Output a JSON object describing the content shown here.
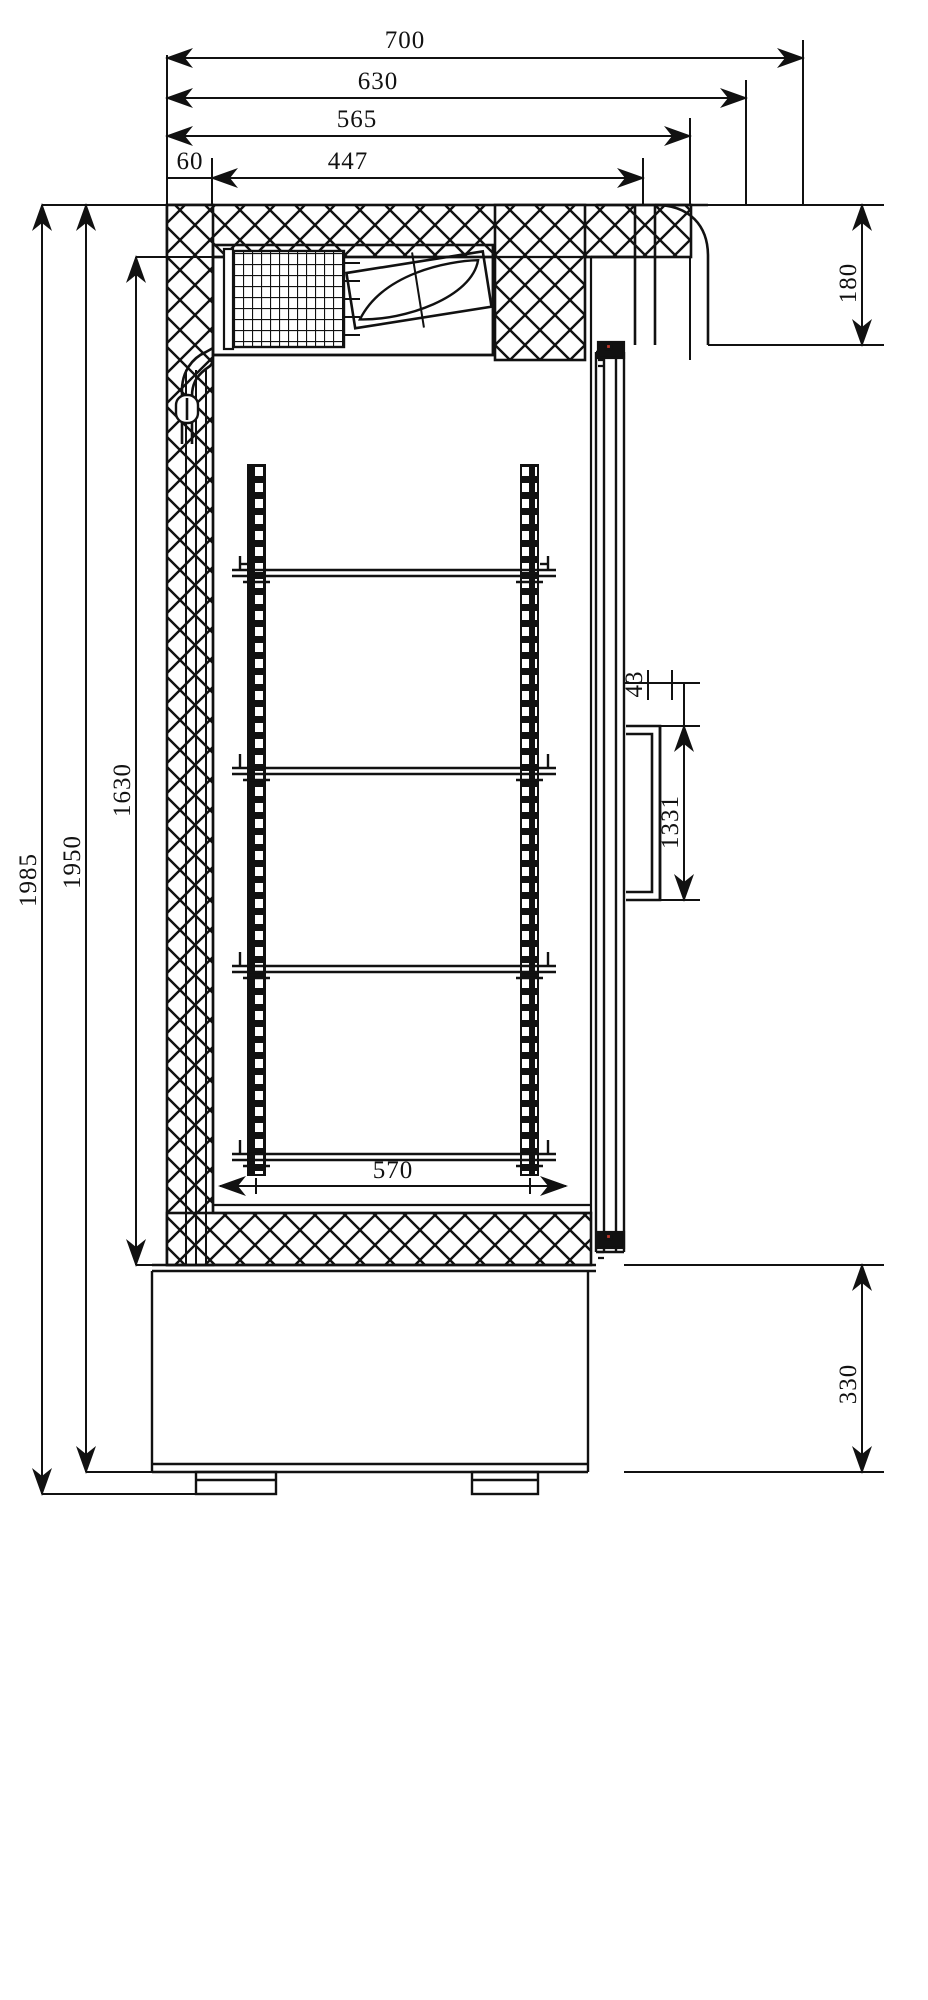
{
  "drawing": {
    "title": "Refrigerated display cabinet - side section view",
    "type": "technical-drawing-cross-section",
    "units": "mm",
    "line_color": "#111111",
    "background_color": "#ffffff"
  },
  "dimensions": {
    "horizontal": [
      {
        "id": "d700",
        "label": "700",
        "orientation": "horizontal",
        "note": "overall depth incl. door"
      },
      {
        "id": "d630",
        "label": "630",
        "orientation": "horizontal",
        "note": "cabinet body depth"
      },
      {
        "id": "d565",
        "label": "565",
        "orientation": "horizontal",
        "note": "inner compartment depth"
      },
      {
        "id": "d447",
        "label": "447",
        "orientation": "horizontal",
        "note": "evaporator bay depth"
      },
      {
        "id": "d60",
        "label": "60",
        "orientation": "horizontal",
        "note": "rear insulation thickness"
      },
      {
        "id": "d570",
        "label": "570",
        "orientation": "horizontal",
        "note": "shelf clear width"
      }
    ],
    "vertical": [
      {
        "id": "v1985",
        "label": "1985",
        "orientation": "vertical",
        "note": "overall height incl. feet"
      },
      {
        "id": "v1950",
        "label": "1950",
        "orientation": "vertical",
        "note": "cabinet height"
      },
      {
        "id": "v1630",
        "label": "1630",
        "orientation": "vertical",
        "note": "internal usable height"
      },
      {
        "id": "v1331",
        "label": "1331",
        "orientation": "vertical",
        "note": "door glass / handle height"
      },
      {
        "id": "v330",
        "label": "330",
        "orientation": "vertical",
        "note": "base / machine compartment height"
      },
      {
        "id": "v180",
        "label": "180",
        "orientation": "vertical",
        "note": "top canopy height"
      },
      {
        "id": "v43",
        "label": "43",
        "orientation": "vertical",
        "note": "handle offset"
      }
    ]
  },
  "components": [
    {
      "id": "cabinet-body",
      "name": "insulated-cabinet-body",
      "hatch": "cross-hatch"
    },
    {
      "id": "top-canopy",
      "name": "top-canopy",
      "hatch": "cross-hatch"
    },
    {
      "id": "evaporator-coil",
      "name": "evaporator-coil",
      "hatch": "grid"
    },
    {
      "id": "evaporator-fan",
      "name": "evaporator-fan-blade",
      "hatch": "none"
    },
    {
      "id": "drain-pipe",
      "name": "drain-pipe",
      "hatch": "none"
    },
    {
      "id": "shelf-support-left",
      "name": "perforated-shelf-upright",
      "hatch": "perforated"
    },
    {
      "id": "shelf-support-right",
      "name": "perforated-shelf-upright",
      "hatch": "perforated"
    },
    {
      "id": "shelves",
      "name": "wire-shelf",
      "count": 4
    },
    {
      "id": "glass-door",
      "name": "glass-door-assembly",
      "hatch": "none"
    },
    {
      "id": "door-handle",
      "name": "door-handle",
      "hatch": "none"
    },
    {
      "id": "hinge-top",
      "name": "door-hinge-top",
      "hatch": "none"
    },
    {
      "id": "hinge-bottom",
      "name": "door-hinge-bottom",
      "hatch": "none"
    },
    {
      "id": "base-plinth",
      "name": "base-plinth",
      "hatch": "none"
    },
    {
      "id": "foot-left",
      "name": "levelling-foot",
      "hatch": "none"
    },
    {
      "id": "foot-right",
      "name": "levelling-foot",
      "hatch": "none"
    }
  ]
}
